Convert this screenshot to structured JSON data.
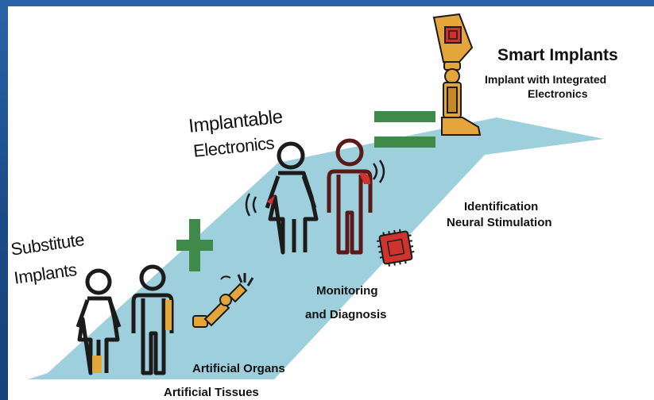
{
  "labels": {
    "smart_implants": "Smart Implants",
    "smart_implants_sub_1": "Implant with Integrated",
    "smart_implants_sub_2": "Electronics",
    "implantable_1": "Implantable",
    "implantable_2": "Electronics",
    "identification": "Identification",
    "neural": "Neural Stimulation",
    "monitoring_1": "Monitoring",
    "monitoring_2": "and Diagnosis",
    "substitute_1": "Substitute",
    "substitute_2": "Implants",
    "organs": "Artificial Organs",
    "tissues": "Artificial Tissues"
  },
  "colors": {
    "ribbon": "#9ecfdc",
    "symbol_green": "#3f8a4a",
    "implant_gold": "#e4a53a",
    "chip_red": "#d0332e",
    "figure_dark": "#1b1b1b",
    "figure_maroon": "#5a1a1a",
    "frame_blue": "#1d4f8c"
  },
  "icons": [
    "woman-figure-icon",
    "man-figure-icon",
    "robotic-arm-icon",
    "microchip-icon",
    "prosthetic-leg-icon",
    "plus-icon",
    "equals-icon",
    "signal-waves-icon"
  ]
}
